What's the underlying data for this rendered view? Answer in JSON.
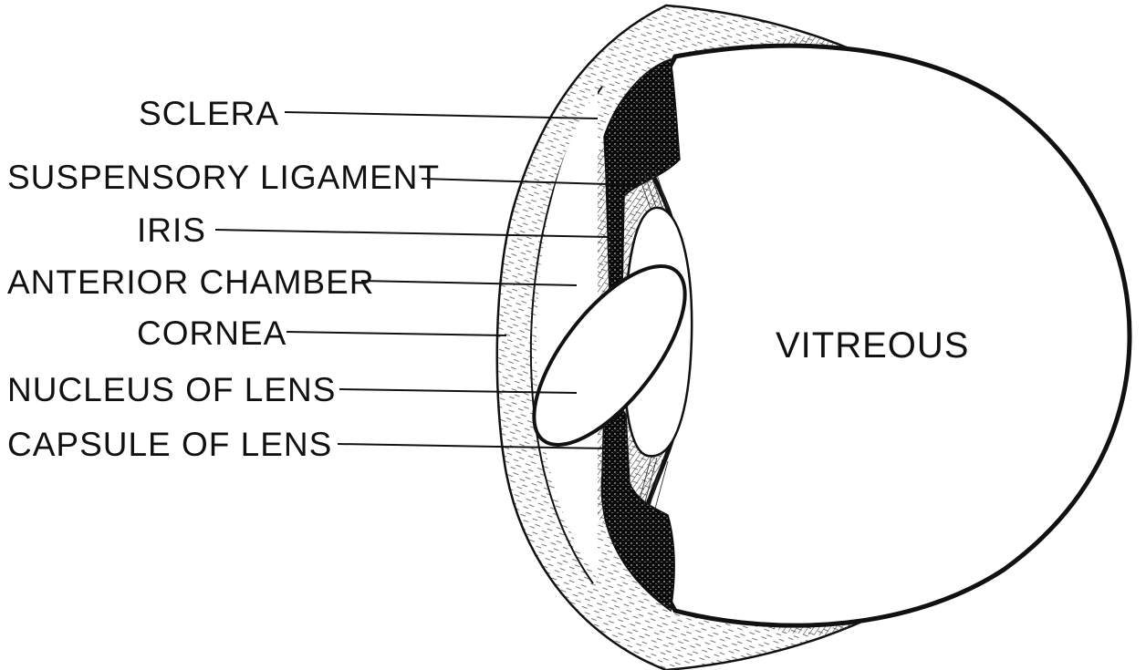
{
  "diagram": {
    "labels": {
      "sclera": "SCLERA",
      "suspensory_ligament": "SUSPENSORY LIGAMENT",
      "iris": "IRIS",
      "anterior_chamber": "ANTERIOR CHAMBER",
      "cornea": "CORNEA",
      "nucleus_of_lens": "NUCLEUS OF LENS",
      "capsule_of_lens": "CAPSULE OF LENS",
      "vitreous": "VITREOUS"
    }
  }
}
